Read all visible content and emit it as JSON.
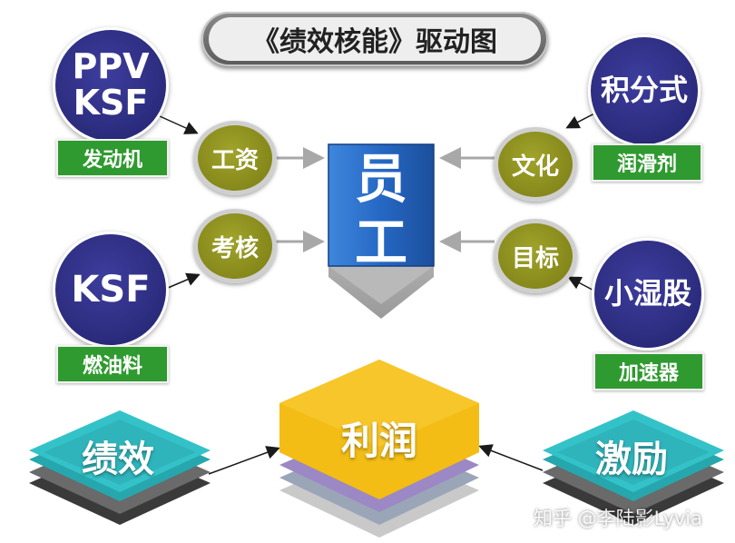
{
  "title": "《绩效核能》驱动图",
  "center": {
    "label_line1": "员",
    "label_line2": "工"
  },
  "left_top": {
    "circle_line1": "PPV",
    "circle_line2": "KSF",
    "tag": "发动机",
    "node": "工资"
  },
  "left_bottom": {
    "circle_line1": "KSF",
    "tag": "燃油料",
    "node": "考核"
  },
  "right_top": {
    "circle_line1": "积分式",
    "tag": "润滑剂",
    "node": "文化"
  },
  "right_bottom": {
    "circle_line1": "小湿股",
    "tag": "加速器",
    "node": "目标"
  },
  "bottom": {
    "left_tile": "绩效",
    "center_tile": "利润",
    "right_tile": "激励"
  },
  "watermark": "知乎 @李陆影Lyvia",
  "colors": {
    "circle_navy": "#2a2a7a",
    "tag_green": "#2f9a2f",
    "node_olive": "#8c8f1e",
    "employee_blue": "#1f5fb8",
    "tile_teal": "#2bbcc4",
    "tile_gold": "#f1b914"
  }
}
